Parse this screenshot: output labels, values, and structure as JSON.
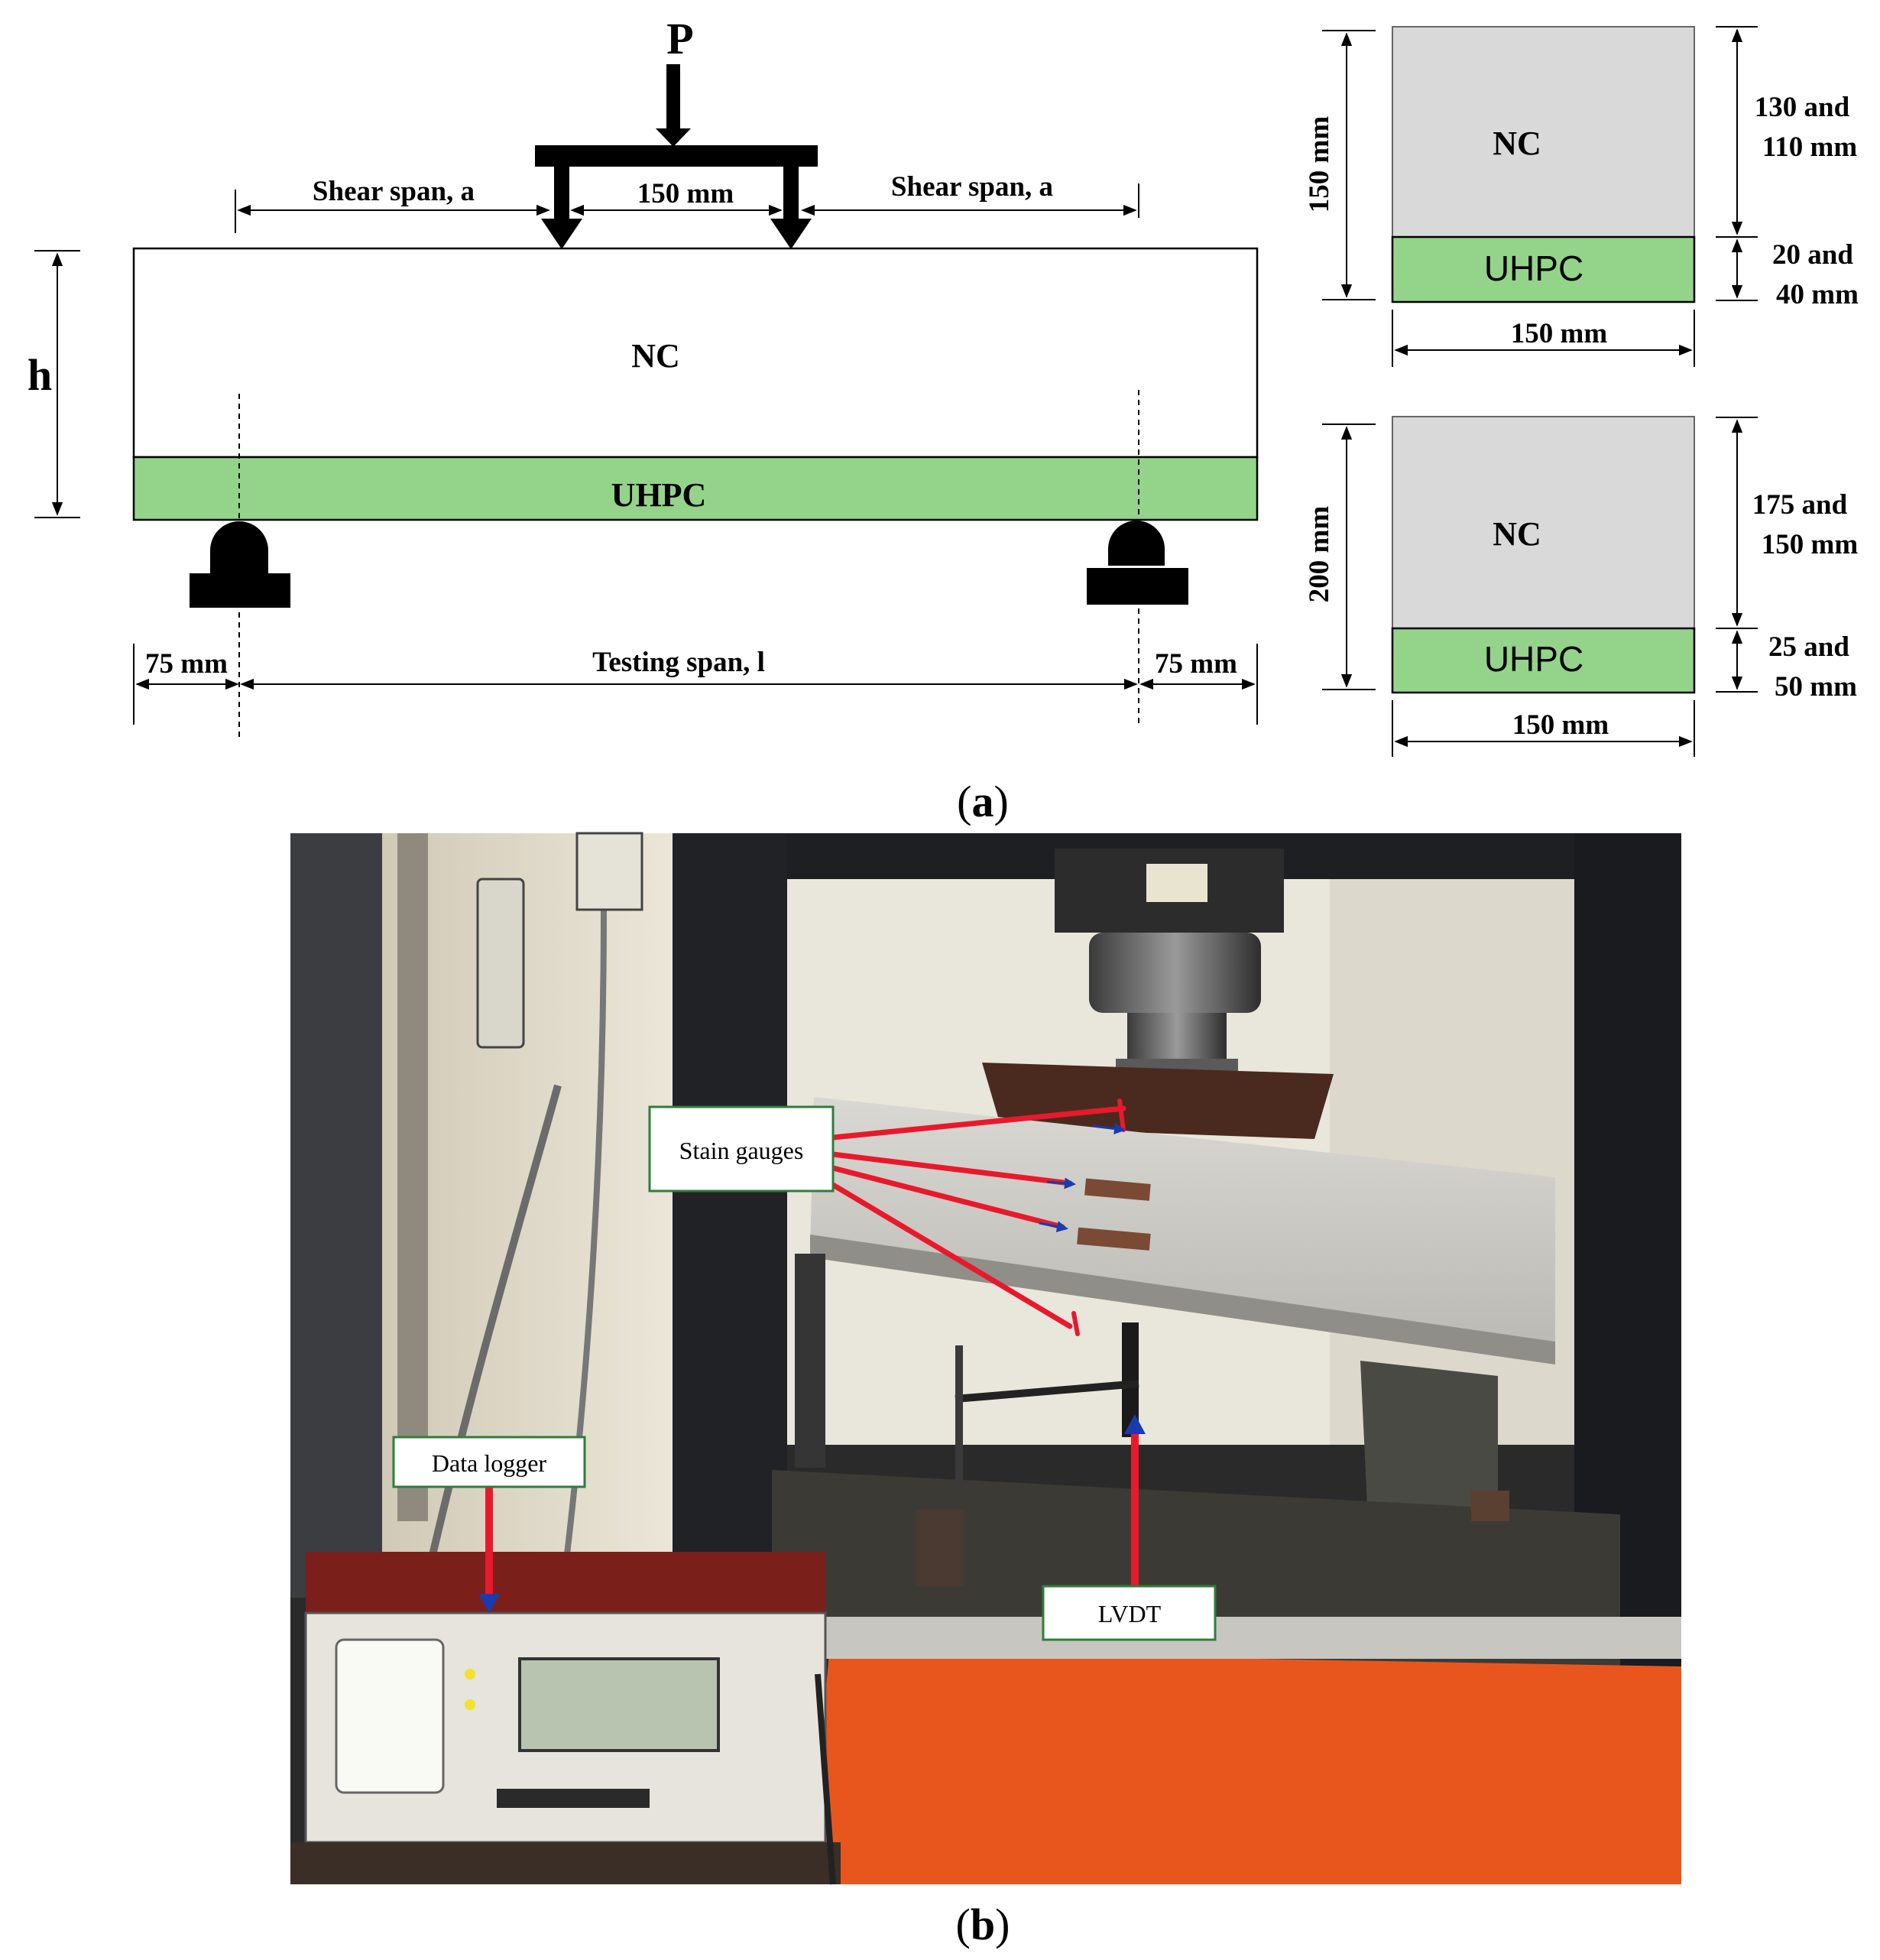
{
  "colors": {
    "uhpc": "#93d48a",
    "nc_section": "#d9d9d9",
    "annot_arrow": "#e8192c",
    "photo_orange": "#e8561e"
  },
  "panel_a": {
    "caption_open": "(",
    "caption_letter": "a",
    "caption_close": ")",
    "load": "P",
    "shear_left": "Shear span, a",
    "shear_right": "Shear span, a",
    "load_spacing": "150 mm",
    "height": "h",
    "nc": "NC",
    "uhpc": "UHPC",
    "overhang_left": "75 mm",
    "testing_span": "Testing span, l",
    "overhang_right": "75 mm"
  },
  "section_1": {
    "total_height": "150 mm",
    "nc": "NC",
    "uhpc": "UHPC",
    "nc_dim_line1": "130 and",
    "nc_dim_line2": "110 mm",
    "uhpc_dim_line1": "20 and",
    "uhpc_dim_line2": "40  mm",
    "width": "150 mm"
  },
  "section_2": {
    "total_height": "200 mm",
    "nc": "NC",
    "uhpc": "UHPC",
    "nc_dim_line1": "175 and",
    "nc_dim_line2": "150 mm",
    "uhpc_dim_line1": "25 and",
    "uhpc_dim_line2": "50  mm",
    "width": "150 mm"
  },
  "panel_b": {
    "caption_open": "(",
    "caption_letter": "b",
    "caption_close": ")",
    "label_strain": "Stain gauges",
    "label_logger": "Data logger",
    "label_lvdt": "LVDT"
  }
}
